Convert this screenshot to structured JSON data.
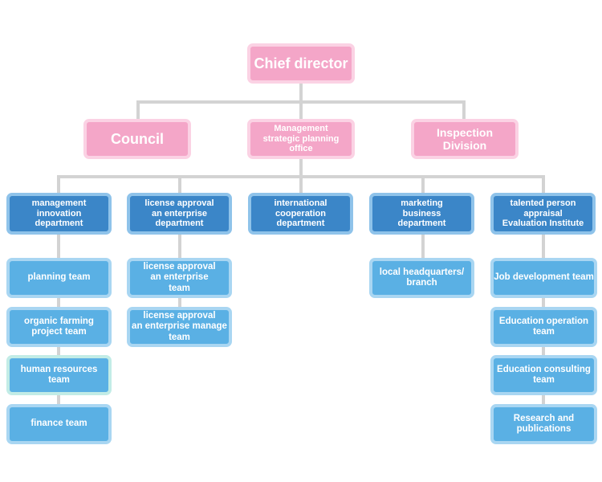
{
  "colors": {
    "executive": "#f4a6c8",
    "department": "#3b86c8",
    "team": "#5ab0e4",
    "connector": "#d3d3d3"
  },
  "chief": "Chief director",
  "level2": {
    "council": "Council",
    "management": "Management\nstrategic planning\noffice",
    "inspection": "Inspection\nDivision"
  },
  "departments": [
    {
      "name": "management\ninnovation\ndepartment",
      "teams": [
        "planning team",
        "organic farming\nproject team",
        "human resources\nteam",
        "finance team"
      ]
    },
    {
      "name": "license approval\nan enterprise\ndepartment",
      "teams": [
        "license approval\nan enterprise\nteam",
        "license approval\nan enterprise manage\nteam"
      ]
    },
    {
      "name": "international\ncooperation\ndepartment",
      "teams": []
    },
    {
      "name": "marketing\nbusiness\ndepartment",
      "teams": [
        "local headquarters/\nbranch"
      ]
    },
    {
      "name": "talented person\nappraisal\nEvaluation Institute",
      "teams": [
        "Job development team",
        "Education operation\nteam",
        "Education consulting\nteam",
        "Research and\npublications"
      ]
    }
  ]
}
